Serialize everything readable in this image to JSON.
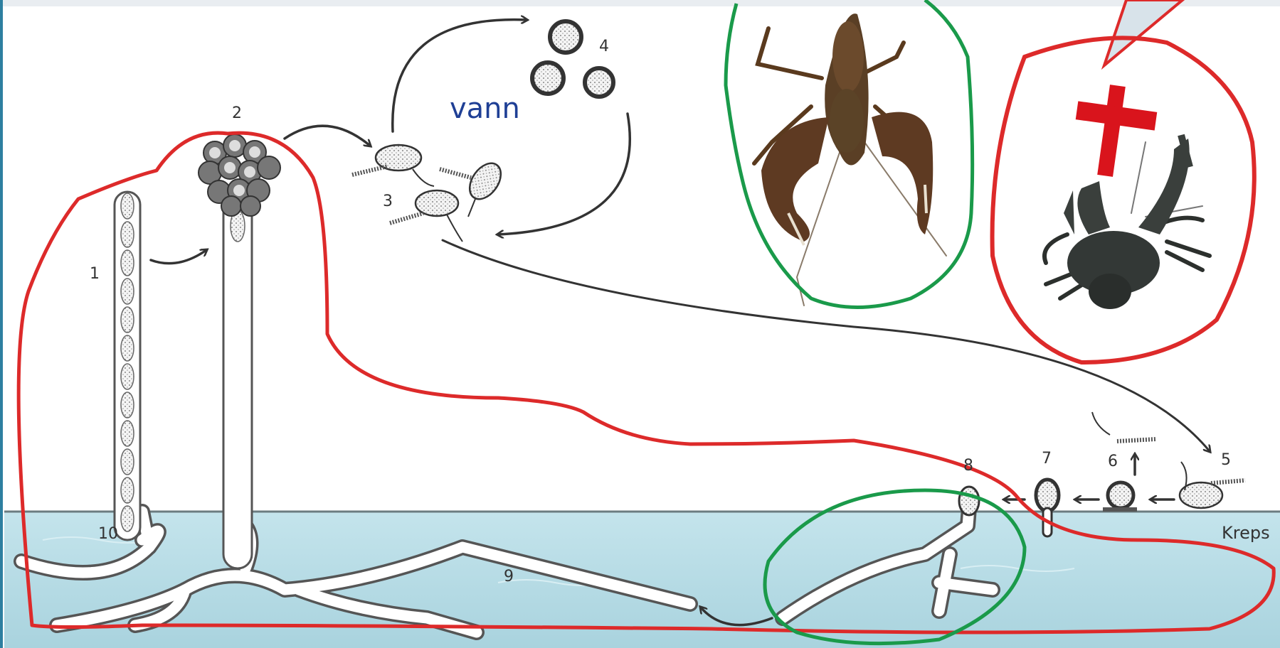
{
  "diagram": {
    "water_label": "vann",
    "host_label": "Kreps",
    "stage_numbers": [
      "1",
      "2",
      "3",
      "4",
      "5",
      "6",
      "7",
      "8",
      "9",
      "10"
    ]
  },
  "colors": {
    "water": "#b6dde6",
    "hypha_outline": "#555555",
    "highlight_red": "#dd2a2a",
    "highlight_green": "#1a9a4a",
    "text": "#333333",
    "water_label": "#1f3f95",
    "cross": "#d9141c"
  },
  "icons": [
    "healthy-crayfish-icon",
    "dead-crayfish-icon",
    "cross-icon",
    "speech-bubble-icon"
  ]
}
